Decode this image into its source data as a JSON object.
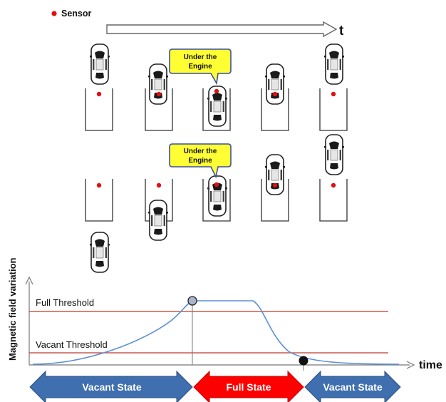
{
  "legend": {
    "sensor_label": "Sensor"
  },
  "time_axis_top": {
    "label": "t"
  },
  "callouts": {
    "line1": "Under the",
    "line2": "Engine"
  },
  "graph": {
    "ylabel": "Magnetic field variation",
    "xlabel": "time",
    "full_threshold_label": "Full Threshold",
    "vacant_threshold_label": "Vacant Threshold"
  },
  "states": {
    "left": "Vacant State",
    "middle": "Full State",
    "right": "Vacant State"
  },
  "colors": {
    "sensor_dot": "#e01010",
    "callout_fill": "#ffff33",
    "callout_stroke": "#3d4fa3",
    "threshold_line": "#c0392b",
    "curve": "#5b8fd6",
    "vacant_arrow": "#3f6fae",
    "full_arrow": "#ff0000"
  }
}
